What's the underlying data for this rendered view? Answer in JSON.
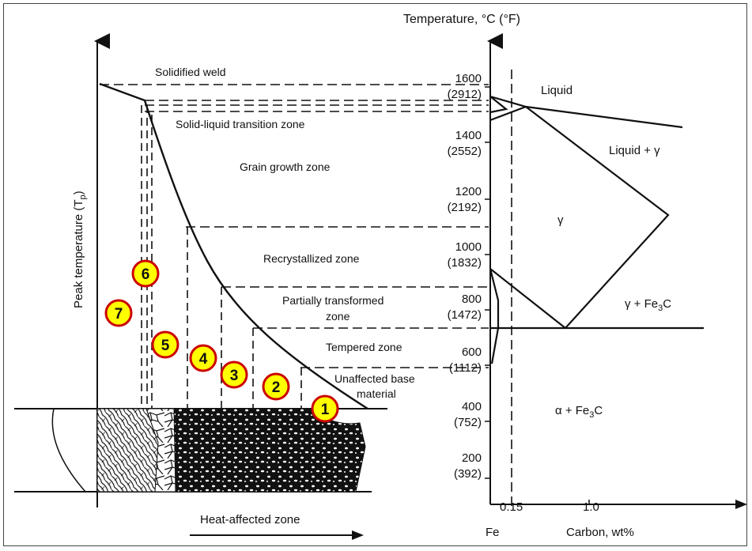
{
  "diagram": {
    "top_right_title": "Temperature, °C (°F)",
    "y_axis_label": "Peak temperature (T",
    "y_axis_label_sub": "p",
    "y_axis_label_close": ")",
    "x_axis_haz_label": "Heat-affected zone",
    "x_axis_fe_label": "Fe",
    "x_axis_015": "0.15",
    "x_axis_10": "1.0",
    "x_axis_carbon": "Carbon, wt%",
    "zones": {
      "solidified_weld": "Solidified weld",
      "solid_liquid": "Solid-liquid transition zone",
      "grain_growth": "Grain growth zone",
      "recrystallized": "Recrystallized zone",
      "partially_1": "Partially transformed",
      "partially_2": "zone",
      "tempered": "Tempered zone",
      "unaffected_1": "Unaffected base",
      "unaffected_2": "material"
    },
    "temp_ticks": [
      {
        "c": "1600",
        "f": "(2912)"
      },
      {
        "c": "1400",
        "f": "(2552)"
      },
      {
        "c": "1200",
        "f": "(2192)"
      },
      {
        "c": "1000",
        "f": "(1832)"
      },
      {
        "c": "800",
        "f": "(1472)"
      },
      {
        "c": "600",
        "f": "(1112)"
      },
      {
        "c": "400",
        "f": "(752)"
      },
      {
        "c": "200",
        "f": "(392)"
      }
    ],
    "phases": {
      "liquid": "Liquid",
      "liquid_gamma": "Liquid + γ",
      "gamma": "γ",
      "gamma_fe3c": "γ + Fe",
      "alpha_fe3c": "α + Fe",
      "fe3c_sub": "3",
      "fe3c_c": "C"
    },
    "markers": [
      "1",
      "2",
      "3",
      "4",
      "5",
      "6",
      "7"
    ],
    "marker_color": "#ffff00",
    "marker_border": "#cc0000"
  }
}
